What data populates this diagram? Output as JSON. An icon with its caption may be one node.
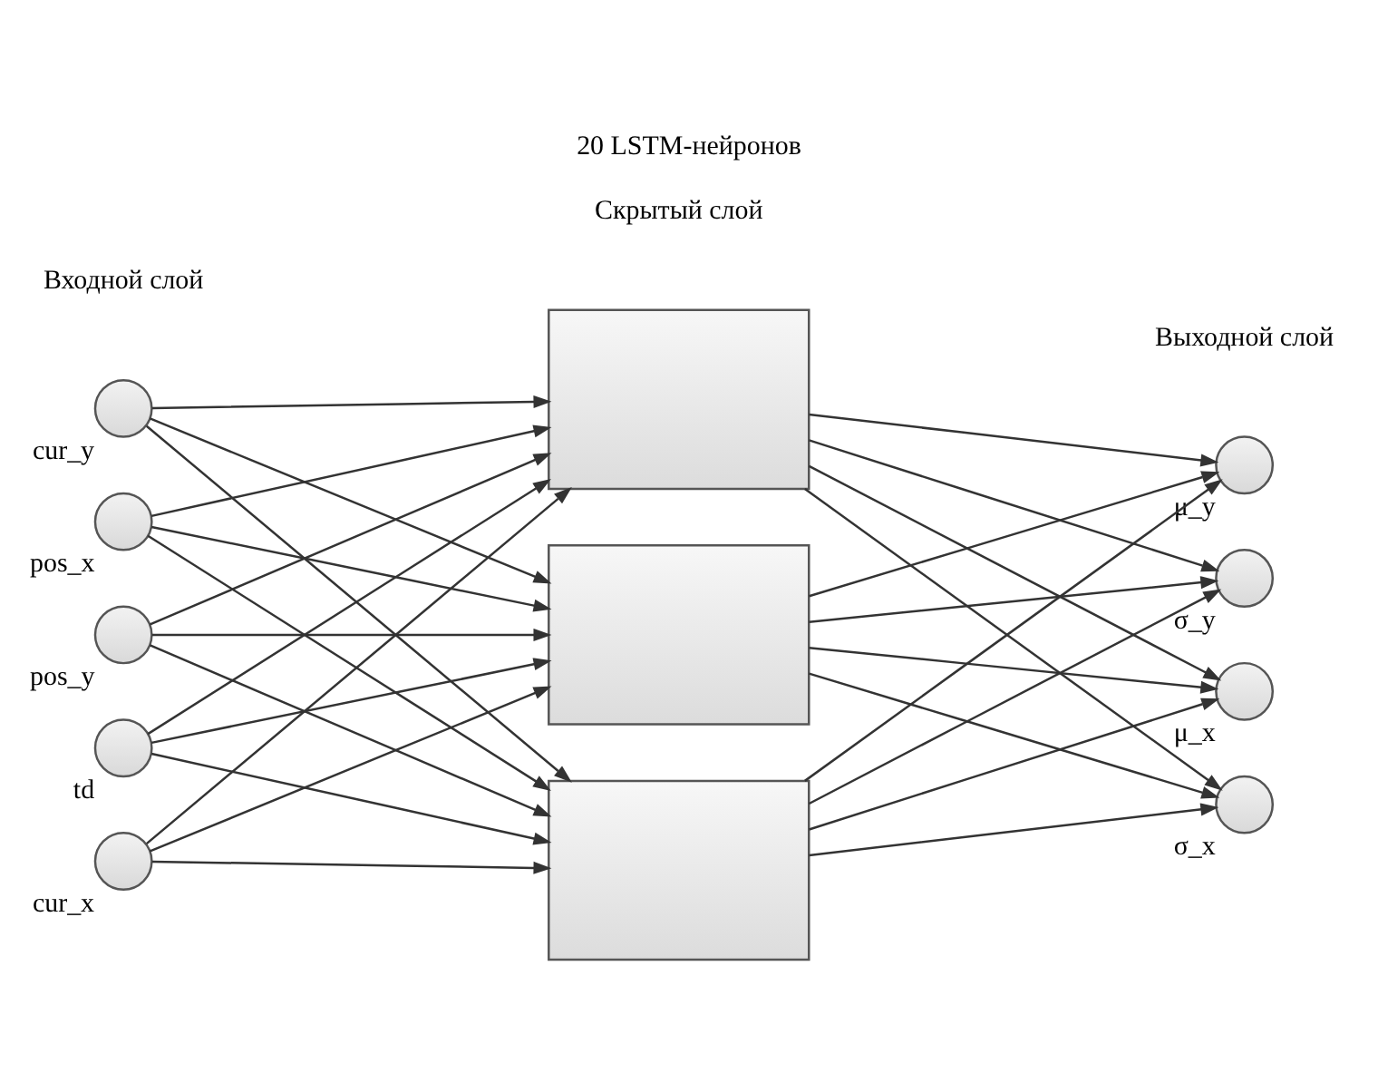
{
  "diagram": {
    "title": "20 LSTM-нейронов",
    "nodes": [
      {
        "text": [],
        "shape": "circle",
        "beside": [
          "pos_x"
        ]
      },
      {
        "text": [],
        "shape": "circle",
        "beside": [
          "pos_y"
        ]
      },
      {
        "text": [],
        "shape": "circle",
        "beside": [
          "td"
        ]
      },
      {
        "text": [],
        "shape": "circle",
        "beside": [
          "cur_x"
        ]
      },
      {
        "text": [],
        "shape": "circle",
        "beside": [
          "cur_y"
        ]
      },
      {
        "text": [],
        "shape": "box"
      },
      {
        "text": [],
        "shape": "box"
      },
      {
        "text": [],
        "shape": "box"
      },
      {
        "text": [],
        "shape": "circle",
        "beside": [
          "μ_x"
        ]
      },
      {
        "text": [],
        "shape": "circle",
        "beside": [
          "σ_x"
        ]
      },
      {
        "text": [],
        "shape": "circle",
        "beside": [
          "μ_y"
        ]
      },
      {
        "text": [],
        "shape": "circle",
        "beside": [
          "σ_y"
        ]
      }
    ],
    "edges": [
      {
        "from": 0,
        "to": 5,
        "arrow": "to"
      },
      {
        "from": 0,
        "to": 6,
        "arrow": "to"
      },
      {
        "from": 0,
        "to": 7,
        "arrow": "to"
      },
      {
        "from": 1,
        "to": 5,
        "arrow": "to"
      },
      {
        "from": 1,
        "to": 6,
        "arrow": "to"
      },
      {
        "from": 1,
        "to": 7,
        "arrow": "to"
      },
      {
        "from": 2,
        "to": 5,
        "arrow": "to"
      },
      {
        "from": 2,
        "to": 6,
        "arrow": "to"
      },
      {
        "from": 2,
        "to": 7,
        "arrow": "to"
      },
      {
        "from": 3,
        "to": 5,
        "arrow": "to"
      },
      {
        "from": 3,
        "to": 6,
        "arrow": "to"
      },
      {
        "from": 3,
        "to": 7,
        "arrow": "to"
      },
      {
        "from": 4,
        "to": 5,
        "arrow": "to"
      },
      {
        "from": 4,
        "to": 6,
        "arrow": "to"
      },
      {
        "from": 4,
        "to": 7,
        "arrow": "to"
      },
      {
        "from": 5,
        "to": 8,
        "arrow": "to"
      },
      {
        "from": 5,
        "to": 9,
        "arrow": "to"
      },
      {
        "from": 5,
        "to": 10,
        "arrow": "to"
      },
      {
        "from": 5,
        "to": 11,
        "arrow": "to"
      },
      {
        "from": 6,
        "to": 8,
        "arrow": "to"
      },
      {
        "from": 6,
        "to": 9,
        "arrow": "to"
      },
      {
        "from": 6,
        "to": 10,
        "arrow": "to"
      },
      {
        "from": 6,
        "to": 11,
        "arrow": "to"
      },
      {
        "from": 7,
        "to": 8,
        "arrow": "to"
      },
      {
        "from": 7,
        "to": 9,
        "arrow": "to"
      },
      {
        "from": 7,
        "to": 10,
        "arrow": "to"
      },
      {
        "from": 7,
        "to": 11,
        "arrow": "to"
      }
    ],
    "labels": [
      "Входной слой",
      "Скрытый слой",
      "Выходной слой"
    ]
  }
}
